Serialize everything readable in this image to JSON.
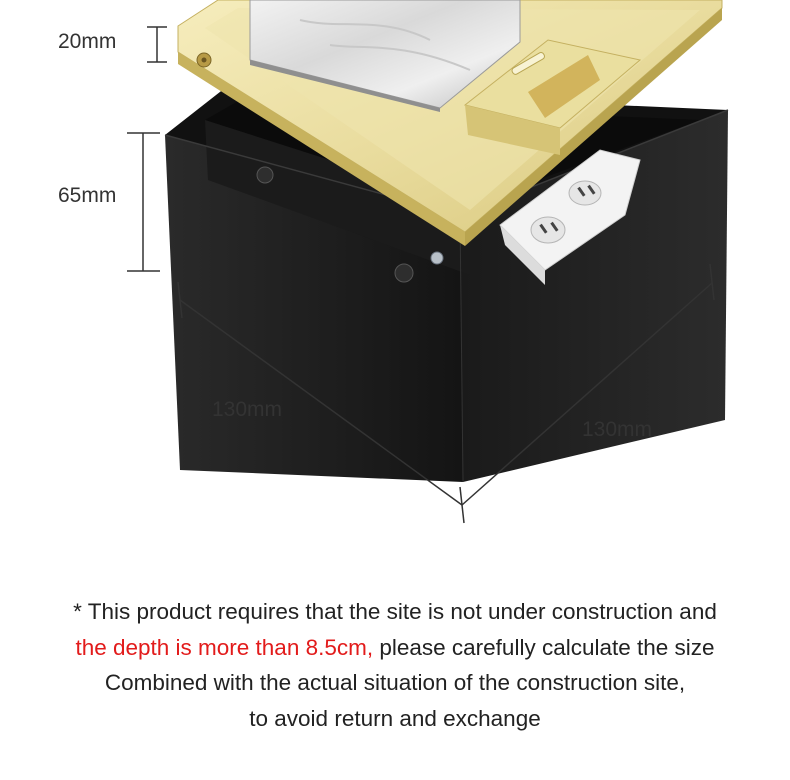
{
  "dimensions": {
    "top_height": "20mm",
    "body_height": "65mm",
    "width_left": "130mm",
    "width_right": "130mm"
  },
  "notice": {
    "line1": "* This product requires that the site is not under construction and",
    "line2_highlight": "the depth is more than 8.5cm,",
    "line2_rest": " please carefully calculate the size",
    "line3": "Combined with the actual situation of the construction site,",
    "line4": "to avoid return and exchange"
  },
  "colors": {
    "highlight": "#e21b1b",
    "box_body": "#1e1e1e",
    "lid_gold": "#e9dc9e"
  }
}
